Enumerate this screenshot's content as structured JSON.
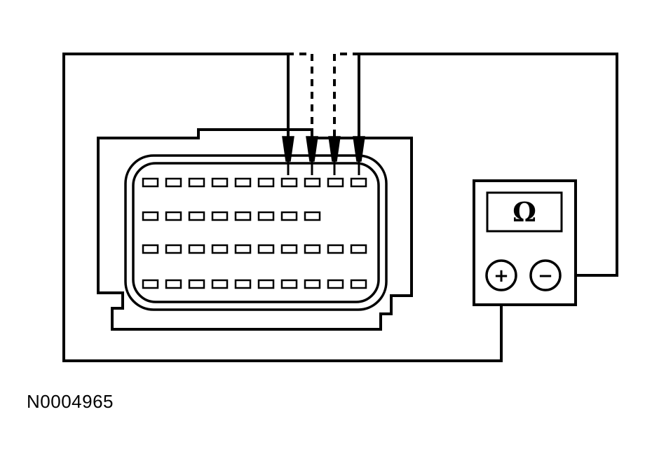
{
  "figure_id": "N0004965",
  "meter": {
    "display_symbol": "Ω",
    "positive_terminal": "+",
    "negative_terminal": "−"
  },
  "connector": {
    "row_pin_counts": [
      10,
      8,
      10,
      10
    ]
  },
  "probes": {
    "count": 4,
    "positive_lead": "solid",
    "negative_lead": "solid",
    "alternate_leads": "dashed"
  },
  "colors": {
    "line": "#000000",
    "background": "#ffffff"
  }
}
